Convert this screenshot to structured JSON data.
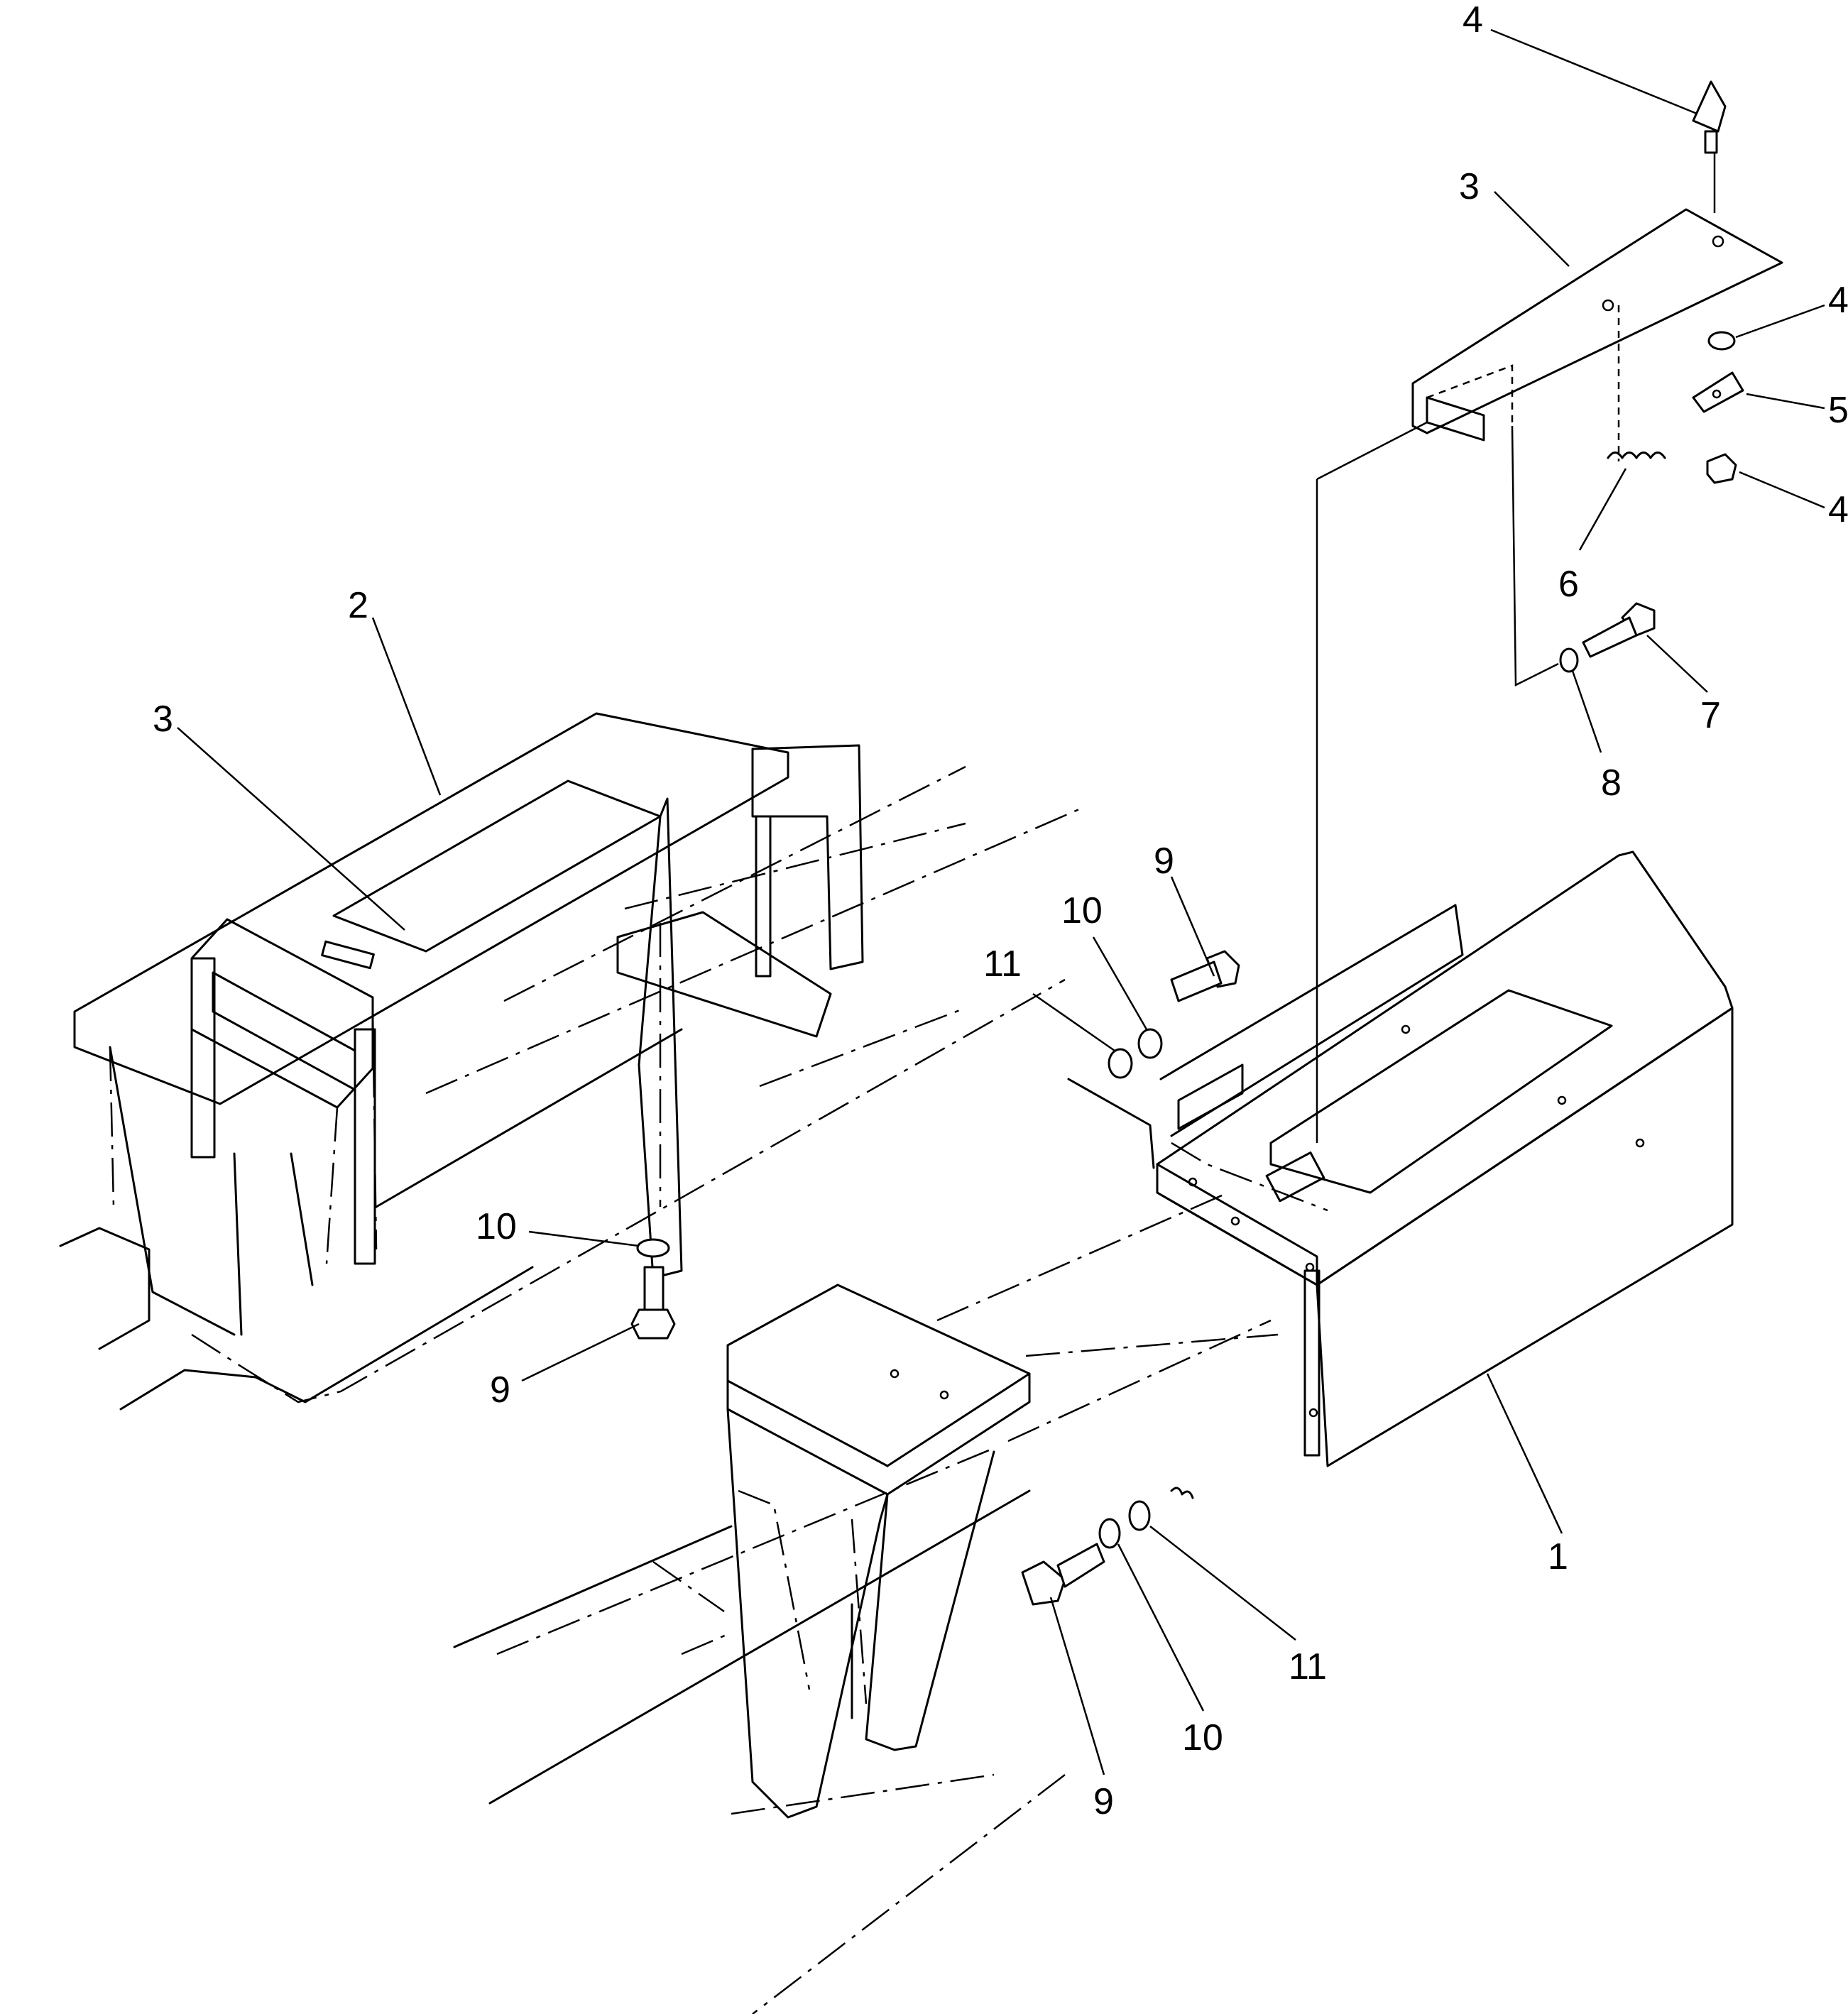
{
  "callouts": [
    {
      "id": "c4-top",
      "text": "4"
    },
    {
      "id": "c3-top",
      "text": "3"
    },
    {
      "id": "c4-washer",
      "text": "4"
    },
    {
      "id": "c5",
      "text": "5"
    },
    {
      "id": "c4-nut",
      "text": "4"
    },
    {
      "id": "c6",
      "text": "6"
    },
    {
      "id": "c7",
      "text": "7"
    },
    {
      "id": "c8",
      "text": "8"
    },
    {
      "id": "c2",
      "text": "2"
    },
    {
      "id": "c3-left",
      "text": "3"
    },
    {
      "id": "c9-mid",
      "text": "9"
    },
    {
      "id": "c10-mid",
      "text": "10"
    },
    {
      "id": "c11-mid",
      "text": "11"
    },
    {
      "id": "c10-left",
      "text": "10"
    },
    {
      "id": "c9-left",
      "text": "9"
    },
    {
      "id": "c1",
      "text": "1"
    },
    {
      "id": "c11-bottom",
      "text": "11"
    },
    {
      "id": "c10-bottom",
      "text": "10"
    },
    {
      "id": "c9-bottom",
      "text": "9"
    }
  ]
}
